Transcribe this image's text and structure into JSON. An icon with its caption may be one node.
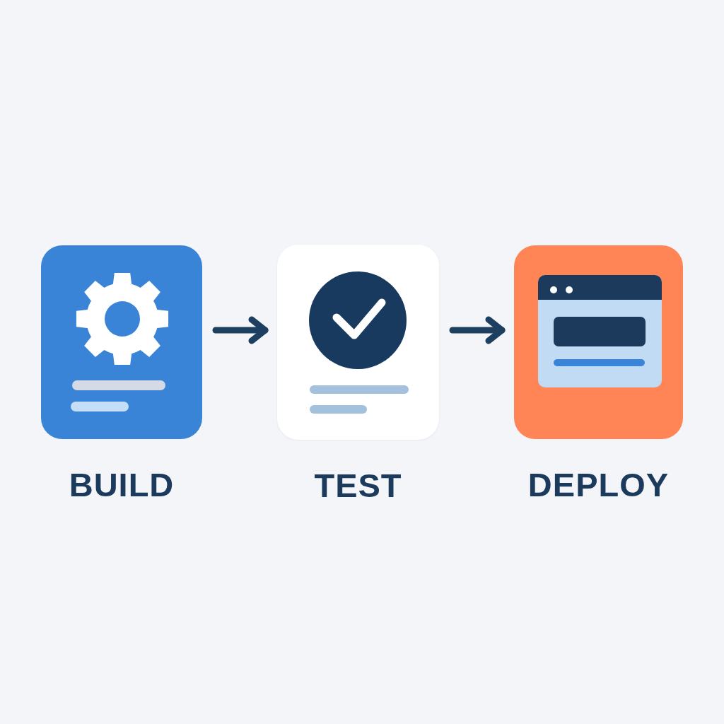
{
  "diagram": {
    "nodes": [
      {
        "text": [
          "BUILD"
        ]
      },
      {
        "text": [
          "TEST"
        ]
      },
      {
        "text": [
          "DEPLOY"
        ]
      }
    ],
    "edges": [
      {
        "from": 0,
        "to": 1,
        "arrow": "to"
      },
      {
        "from": 1,
        "to": 2,
        "arrow": "to"
      }
    ]
  }
}
